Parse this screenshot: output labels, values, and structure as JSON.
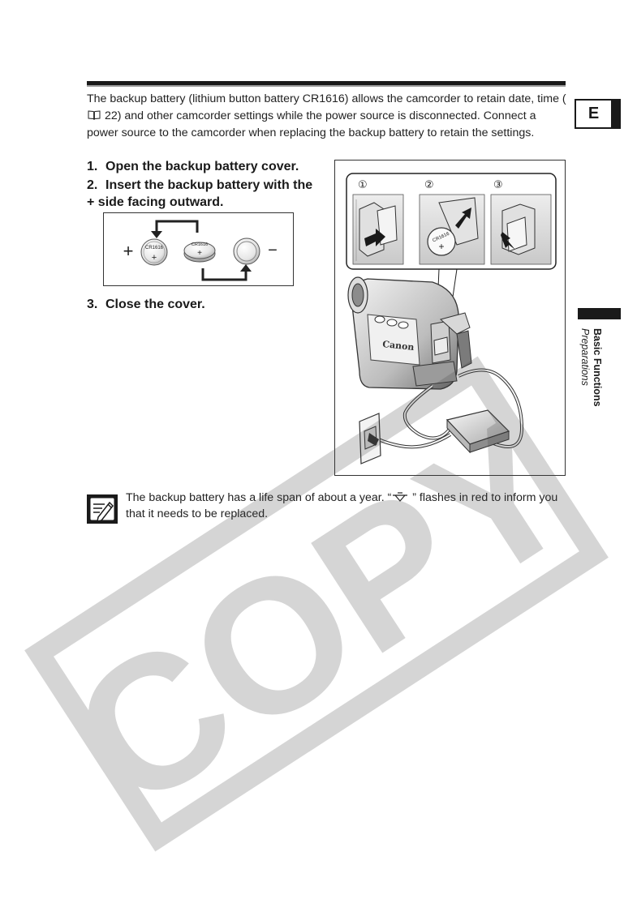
{
  "intro": {
    "part1": "The backup battery (lithium button battery CR1616) allows the camcorder to retain date, time (",
    "part2": " 22) and other camcorder settings while the power source is disconnected. Connect a power source to the camcorder when replacing the backup battery to retain the settings."
  },
  "tab": {
    "letter": "E"
  },
  "side": {
    "section": "Basic Functions",
    "subsection": "Preparations"
  },
  "steps": [
    {
      "num": "1.",
      "text": "Open the backup battery cover."
    },
    {
      "num": "2.",
      "text": "Insert the backup battery with the",
      "cont": "+ side facing outward."
    },
    {
      "num": "3.",
      "text": "Close the cover."
    }
  ],
  "battery_figure": {
    "plus": "+",
    "minus": "−",
    "coin1_label": "CR1616",
    "coin1_sign": "+",
    "coin2_label": "CR1616",
    "coin2_sign": "+"
  },
  "main_figure": {
    "panel_numbers": [
      "①",
      "②",
      "③"
    ],
    "coin_label": "CR1616",
    "coin_sign": "+",
    "brand": "Canon"
  },
  "note": {
    "part1": "The backup battery has a life span of about a year. “",
    "part2": " ” flashes in red to inform you that it needs to be replaced."
  },
  "icons": {
    "book": "book-icon",
    "note": "note-pen-icon",
    "backup_battery": "backup-battery-warning-icon"
  },
  "watermark": {
    "text": "COPY"
  }
}
